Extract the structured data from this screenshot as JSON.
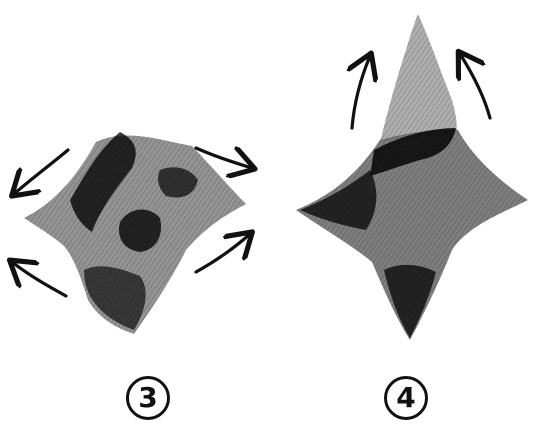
{
  "figures": [
    {
      "id": "figure-3",
      "step_label": "3",
      "shape": "four-pointed-star-shaded",
      "arrows": [
        "out-upper-left",
        "out-lower-left",
        "out-upper-right",
        "out-lower-right"
      ]
    },
    {
      "id": "figure-4",
      "step_label": "4",
      "shape": "four-pointed-star-elongated-top",
      "arrows": [
        "up-left",
        "up-right"
      ]
    }
  ],
  "colors": {
    "ink": "#111111",
    "shade_dark": "#1a1a1a",
    "shade_mid": "#555555",
    "shade_light": "#9a9a9a",
    "paper": "#ffffff"
  }
}
